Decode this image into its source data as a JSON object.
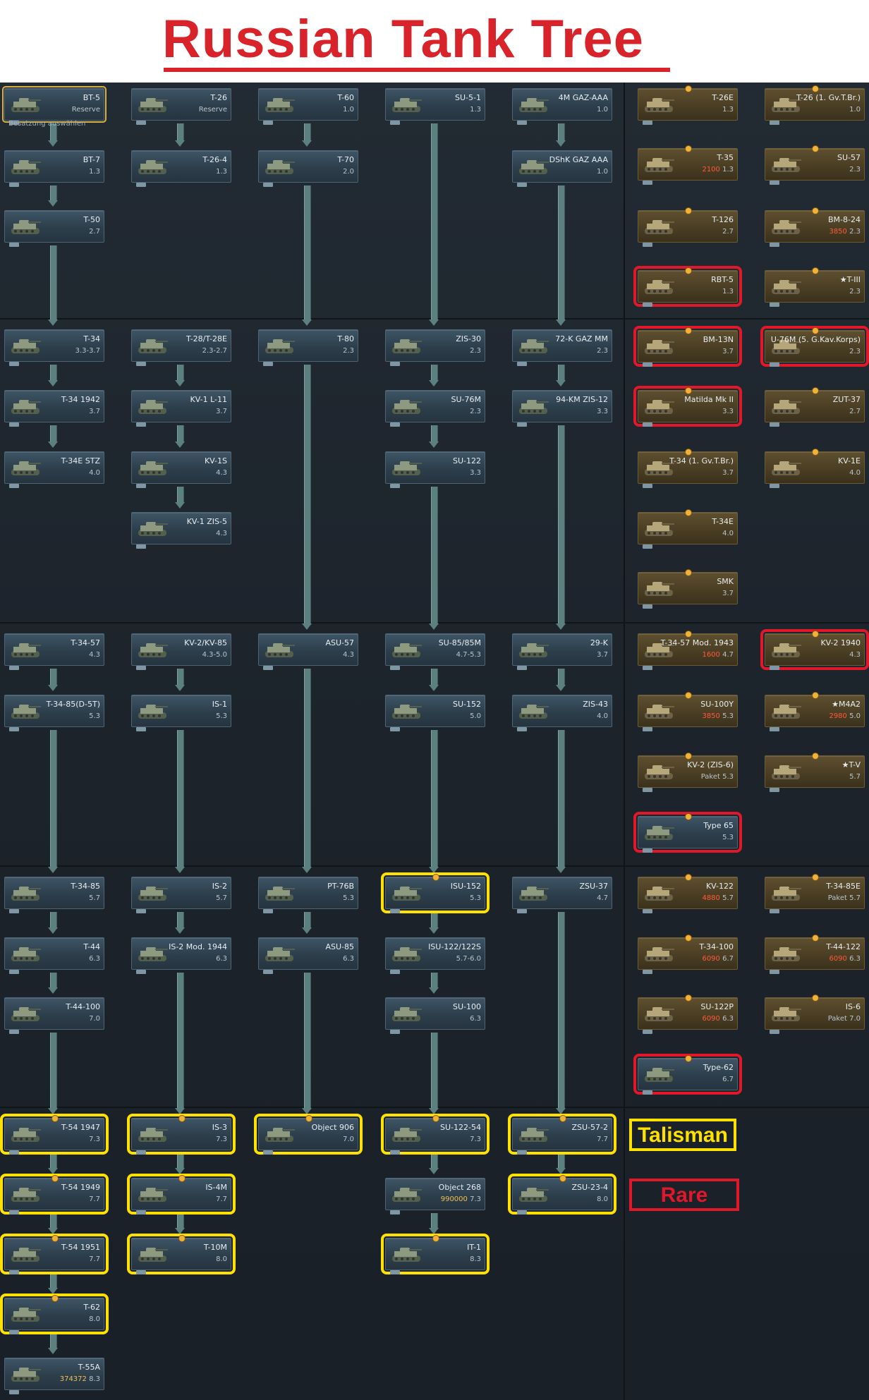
{
  "title": "Russian Tank Tree",
  "ui_labels": {
    "reserve": "Reserve",
    "choose_crew": "Besatzung auswählen",
    "package": "Paket"
  },
  "legend": {
    "talisman": "Talisman",
    "rare": "Rare"
  },
  "colors": {
    "talisman": "#ffe100",
    "rare": "#e0182a",
    "title": "#d9232a",
    "premium_card": "#4a3e24",
    "research_card": "#2d3e4b"
  },
  "cards": [
    {
      "id": "bt5",
      "name": "BT-5",
      "br": "Reserve",
      "type": "research",
      "highlight": "gold"
    },
    {
      "id": "t26",
      "name": "T-26",
      "br": "Reserve",
      "type": "research"
    },
    {
      "id": "t60",
      "name": "T-60",
      "br": "1.0",
      "type": "research"
    },
    {
      "id": "su51",
      "name": "SU-5-1",
      "br": "1.3",
      "type": "research"
    },
    {
      "id": "gaz4m",
      "name": "4M GAZ-AAA",
      "br": "1.0",
      "type": "research"
    },
    {
      "id": "bt7",
      "name": "BT-7",
      "br": "1.3",
      "type": "research"
    },
    {
      "id": "t264",
      "name": "T-26-4",
      "br": "1.3",
      "type": "research"
    },
    {
      "id": "t70",
      "name": "T-70",
      "br": "2.0",
      "type": "research"
    },
    {
      "id": "dshk",
      "name": "DShK GAZ AAA",
      "br": "1.0",
      "type": "research"
    },
    {
      "id": "t50",
      "name": "T-50",
      "br": "2.7",
      "type": "research"
    },
    {
      "id": "t34",
      "name": "T-34",
      "br": "3.3-3.7",
      "type": "research"
    },
    {
      "id": "t28",
      "name": "T-28/T-28E",
      "br": "2.3-2.7",
      "type": "research"
    },
    {
      "id": "t80",
      "name": "T-80",
      "br": "2.3",
      "type": "research"
    },
    {
      "id": "zis30",
      "name": "ZIS-30",
      "br": "2.3",
      "type": "research"
    },
    {
      "id": "k72",
      "name": "72-K GAZ MM",
      "br": "2.3",
      "type": "research"
    },
    {
      "id": "t341942",
      "name": "T-34 1942",
      "br": "3.7",
      "type": "research"
    },
    {
      "id": "kv1l11",
      "name": "KV-1 L-11",
      "br": "3.7",
      "type": "research"
    },
    {
      "id": "su76m",
      "name": "SU-76M",
      "br": "2.3",
      "type": "research"
    },
    {
      "id": "km94",
      "name": "94-KM ZIS-12",
      "br": "3.3",
      "type": "research"
    },
    {
      "id": "t34estz",
      "name": "T-34E STZ",
      "br": "4.0",
      "type": "research"
    },
    {
      "id": "kv1s",
      "name": "KV-1S",
      "br": "4.3",
      "type": "research"
    },
    {
      "id": "su122",
      "name": "SU-122",
      "br": "3.3",
      "type": "research"
    },
    {
      "id": "kv1zis5",
      "name": "KV-1 ZIS-5",
      "br": "4.3",
      "type": "research"
    },
    {
      "id": "t3457",
      "name": "T-34-57",
      "br": "4.3",
      "type": "research"
    },
    {
      "id": "kv2",
      "name": "KV-2/KV-85",
      "br": "4.3-5.0",
      "type": "research"
    },
    {
      "id": "asu57",
      "name": "ASU-57",
      "br": "4.3",
      "type": "research"
    },
    {
      "id": "su85",
      "name": "SU-85/85M",
      "br": "4.7-5.3",
      "type": "research"
    },
    {
      "id": "k29",
      "name": "29-K",
      "br": "3.7",
      "type": "research"
    },
    {
      "id": "t3485dst",
      "name": "T-34-85(D-5T)",
      "br": "5.3",
      "type": "research"
    },
    {
      "id": "is1",
      "name": "IS-1",
      "br": "5.3",
      "type": "research"
    },
    {
      "id": "su152",
      "name": "SU-152",
      "br": "5.0",
      "type": "research"
    },
    {
      "id": "zis43",
      "name": "ZIS-43",
      "br": "4.0",
      "type": "research"
    },
    {
      "id": "t3485",
      "name": "T-34-85",
      "br": "5.7",
      "type": "research"
    },
    {
      "id": "is2",
      "name": "IS-2",
      "br": "5.7",
      "type": "research"
    },
    {
      "id": "pt76b",
      "name": "PT-76B",
      "br": "5.3",
      "type": "research"
    },
    {
      "id": "isu152",
      "name": "ISU-152",
      "br": "5.3",
      "type": "research",
      "highlight": "talisman"
    },
    {
      "id": "zsu37",
      "name": "ZSU-37",
      "br": "4.7",
      "type": "research"
    },
    {
      "id": "t44",
      "name": "T-44",
      "br": "6.3",
      "type": "research"
    },
    {
      "id": "is21944",
      "name": "IS-2 Mod. 1944",
      "br": "6.3",
      "type": "research"
    },
    {
      "id": "asu85",
      "name": "ASU-85",
      "br": "6.3",
      "type": "research"
    },
    {
      "id": "isu122",
      "name": "ISU-122/122S",
      "br": "5.7-6.0",
      "type": "research"
    },
    {
      "id": "t44100",
      "name": "T-44-100",
      "br": "7.0",
      "type": "research"
    },
    {
      "id": "su100",
      "name": "SU-100",
      "br": "6.3",
      "type": "research"
    },
    {
      "id": "t541947",
      "name": "T-54 1947",
      "br": "7.3",
      "type": "research",
      "highlight": "talisman"
    },
    {
      "id": "is3",
      "name": "IS-3",
      "br": "7.3",
      "type": "research",
      "highlight": "talisman"
    },
    {
      "id": "obj906",
      "name": "Object 906",
      "br": "7.0",
      "type": "research",
      "highlight": "talisman"
    },
    {
      "id": "su12254",
      "name": "SU-122-54",
      "br": "7.3",
      "type": "research",
      "highlight": "talisman"
    },
    {
      "id": "zsu572",
      "name": "ZSU-57-2",
      "br": "7.7",
      "type": "research",
      "highlight": "talisman"
    },
    {
      "id": "t541949",
      "name": "T-54 1949",
      "br": "7.7",
      "type": "research",
      "highlight": "talisman"
    },
    {
      "id": "is4m",
      "name": "IS-4M",
      "br": "7.7",
      "type": "research",
      "highlight": "talisman"
    },
    {
      "id": "obj268",
      "name": "Object 268",
      "br": "7.3",
      "cost": "990000",
      "type": "research"
    },
    {
      "id": "zsu234",
      "name": "ZSU-23-4",
      "br": "8.0",
      "type": "research",
      "highlight": "talisman"
    },
    {
      "id": "t541951",
      "name": "T-54 1951",
      "br": "7.7",
      "type": "research",
      "highlight": "talisman"
    },
    {
      "id": "t10m",
      "name": "T-10M",
      "br": "8.0",
      "type": "research",
      "highlight": "talisman"
    },
    {
      "id": "it1",
      "name": "IT-1",
      "br": "8.3",
      "type": "research",
      "highlight": "talisman"
    },
    {
      "id": "t62",
      "name": "T-62",
      "br": "8.0",
      "type": "research",
      "highlight": "talisman"
    },
    {
      "id": "t55a",
      "name": "T-55A",
      "br": "8.3",
      "cost": "374372",
      "type": "research"
    },
    {
      "id": "t26e",
      "name": "T-26E",
      "br": "1.3",
      "type": "premium"
    },
    {
      "id": "t26gv",
      "name": "T-26 (1. Gv.T.Br.)",
      "br": "1.0",
      "type": "premium"
    },
    {
      "id": "t35",
      "name": "T-35",
      "br": "1.3",
      "cost": "2100",
      "type": "premium"
    },
    {
      "id": "su57",
      "name": "SU-57",
      "br": "2.3",
      "type": "premium"
    },
    {
      "id": "t126",
      "name": "T-126",
      "br": "2.7",
      "type": "premium"
    },
    {
      "id": "bm824",
      "name": "BM-8-24",
      "br": "2.3",
      "cost": "3850",
      "type": "premium"
    },
    {
      "id": "rbt5",
      "name": "RBT-5",
      "br": "1.3",
      "type": "premium",
      "highlight": "rare"
    },
    {
      "id": "t3",
      "name": "★T-III",
      "br": "2.3",
      "type": "premium"
    },
    {
      "id": "bm13n",
      "name": "BM-13N",
      "br": "3.7",
      "type": "premium",
      "highlight": "rare"
    },
    {
      "id": "u76m",
      "name": "U-76M (5. G.Kav.Korps)",
      "br": "2.3",
      "type": "premium",
      "highlight": "rare"
    },
    {
      "id": "matilda",
      "name": "Matilda Mk II",
      "br": "3.3",
      "type": "premium",
      "highlight": "rare"
    },
    {
      "id": "zut37",
      "name": "ZUT-37",
      "br": "2.7",
      "type": "premium"
    },
    {
      "id": "t34gv",
      "name": "T-34 (1. Gv.T.Br.)",
      "br": "3.7",
      "type": "premium"
    },
    {
      "id": "kv1e",
      "name": "KV-1E",
      "br": "4.0",
      "type": "premium"
    },
    {
      "id": "t34e",
      "name": "T-34E",
      "br": "4.0",
      "type": "premium"
    },
    {
      "id": "smk",
      "name": "SMK",
      "br": "3.7",
      "type": "premium"
    },
    {
      "id": "t3457m43",
      "name": "T-34-57 Mod. 1943",
      "br": "4.7",
      "cost": "1600",
      "type": "premium"
    },
    {
      "id": "kv21940",
      "name": "KV-2 1940",
      "br": "4.3",
      "type": "premium",
      "highlight": "rare"
    },
    {
      "id": "su100y",
      "name": "SU-100Y",
      "br": "5.3",
      "cost": "3850",
      "type": "premium"
    },
    {
      "id": "m4a2",
      "name": "★M4A2",
      "br": "5.0",
      "cost": "2980",
      "type": "premium"
    },
    {
      "id": "kv2zis6",
      "name": "KV-2 (ZIS-6)",
      "br": "5.3",
      "pack": true,
      "type": "premium"
    },
    {
      "id": "tv",
      "name": "★T-V",
      "br": "5.7",
      "type": "premium"
    },
    {
      "id": "type65",
      "name": "Type 65",
      "br": "5.3",
      "type": "research",
      "highlight": "rare"
    },
    {
      "id": "kv122",
      "name": "KV-122",
      "br": "5.7",
      "cost": "4880",
      "type": "premium"
    },
    {
      "id": "t3485e",
      "name": "T-34-85E",
      "br": "5.7",
      "pack": true,
      "type": "premium"
    },
    {
      "id": "t34100",
      "name": "T-34-100",
      "br": "6.7",
      "cost": "6090",
      "type": "premium"
    },
    {
      "id": "t44122",
      "name": "T-44-122",
      "br": "6.3",
      "cost": "6090",
      "type": "premium"
    },
    {
      "id": "su122p",
      "name": "SU-122P",
      "br": "6.3",
      "cost": "6090",
      "type": "premium"
    },
    {
      "id": "is6",
      "name": "IS-6",
      "br": "7.0",
      "pack": true,
      "type": "premium"
    },
    {
      "id": "type62",
      "name": "Type-62",
      "br": "6.7",
      "type": "research",
      "highlight": "rare"
    }
  ]
}
